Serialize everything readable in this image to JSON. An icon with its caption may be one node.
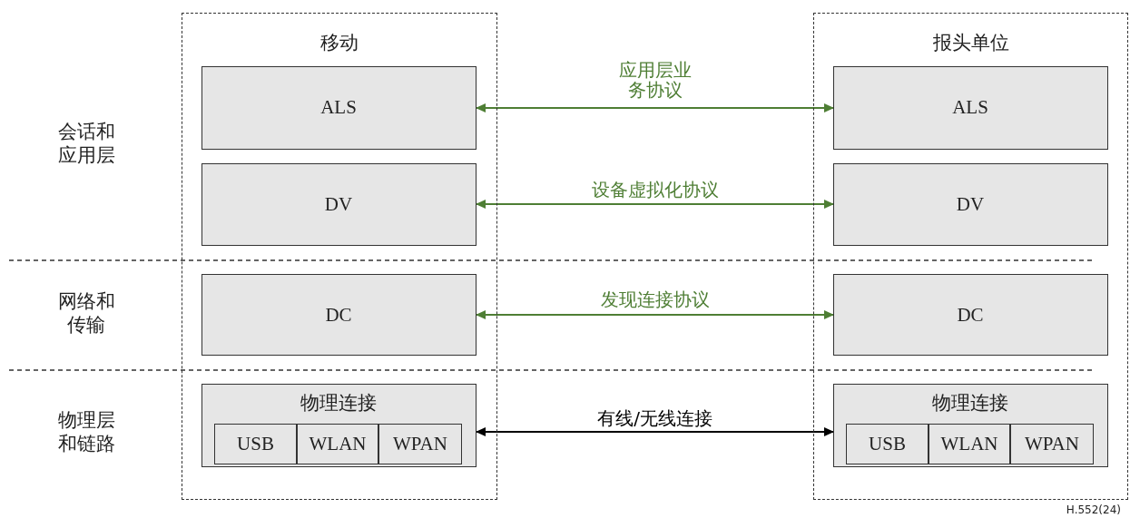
{
  "diagram": {
    "nodes": [
      {
        "text": [
          "移动"
        ]
      },
      {
        "text": [
          "ALS"
        ],
        "in": 0
      },
      {
        "text": [
          "DV"
        ],
        "in": 0
      },
      {
        "text": [
          "DC"
        ],
        "in": 0
      },
      {
        "text": [
          "物理连接"
        ],
        "in": 0
      },
      {
        "text": [
          "USB"
        ],
        "in": 4
      },
      {
        "text": [
          "WLAN"
        ],
        "in": 4
      },
      {
        "text": [
          "WPAN"
        ],
        "in": 4
      },
      {
        "text": [
          "报头单位"
        ]
      },
      {
        "text": [
          "ALS"
        ],
        "in": 8
      },
      {
        "text": [
          "DV"
        ],
        "in": 8
      },
      {
        "text": [
          "DC"
        ],
        "in": 8
      },
      {
        "text": [
          "物理连接"
        ],
        "in": 8
      },
      {
        "text": [
          "USB"
        ],
        "in": 12
      },
      {
        "text": [
          "WLAN"
        ],
        "in": 12
      },
      {
        "text": [
          "WPAN"
        ],
        "in": 12
      }
    ],
    "edges": [
      {
        "from": 1,
        "to": 9,
        "arrow": "both",
        "label": "应用层业务协议"
      },
      {
        "from": 2,
        "to": 10,
        "arrow": "both",
        "label": "设备虚拟化协议"
      },
      {
        "from": 3,
        "to": 11,
        "arrow": "both",
        "label": "发现连接协议"
      },
      {
        "from": 4,
        "to": 12,
        "arrow": "both",
        "label": "有线/无线连接",
        "color": "#000000"
      }
    ],
    "labels": [
      "会话和应用层",
      "网络和传输",
      "物理层和链路",
      "H.552(24)"
    ]
  }
}
